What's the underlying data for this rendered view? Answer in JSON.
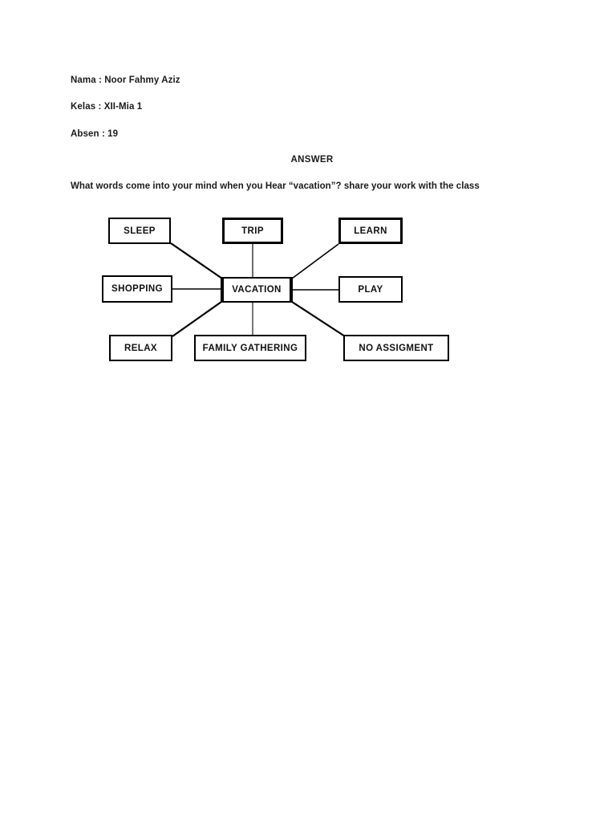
{
  "document": {
    "meta": {
      "name_line": "Nama : Noor Fahmy Aziz",
      "class_line": "Kelas : XII-Mia 1",
      "absence_line": "Absen : 19"
    },
    "answer_heading": "ANSWER",
    "question": "What words come into your mind when you Hear “vacation”? share your work with the class"
  },
  "chart_data": {
    "type": "diagram",
    "subtype": "mind-map",
    "title": "",
    "center": {
      "id": "vacation",
      "label": "VACATION"
    },
    "nodes": [
      {
        "id": "sleep",
        "label": "SLEEP",
        "position": "top-left"
      },
      {
        "id": "trip",
        "label": "TRIP",
        "position": "top-center"
      },
      {
        "id": "learn",
        "label": "LEARN",
        "position": "top-right"
      },
      {
        "id": "shopping",
        "label": "SHOPPING",
        "position": "middle-left"
      },
      {
        "id": "play",
        "label": "PLAY",
        "position": "middle-right"
      },
      {
        "id": "relax",
        "label": "RELAX",
        "position": "bottom-left"
      },
      {
        "id": "family",
        "label": "FAMILY GATHERING",
        "position": "bottom-center"
      },
      {
        "id": "noassign",
        "label": "NO ASSIGMENT",
        "position": "bottom-right"
      }
    ],
    "edges": [
      {
        "from": "sleep",
        "to": "vacation"
      },
      {
        "from": "trip",
        "to": "vacation"
      },
      {
        "from": "learn",
        "to": "vacation"
      },
      {
        "from": "shopping",
        "to": "vacation"
      },
      {
        "from": "play",
        "to": "vacation"
      },
      {
        "from": "relax",
        "to": "vacation"
      },
      {
        "from": "family",
        "to": "vacation"
      },
      {
        "from": "noassign",
        "to": "vacation"
      }
    ],
    "colors": {
      "stroke": "#000000",
      "fill": "#ffffff",
      "text": "#111111"
    }
  }
}
